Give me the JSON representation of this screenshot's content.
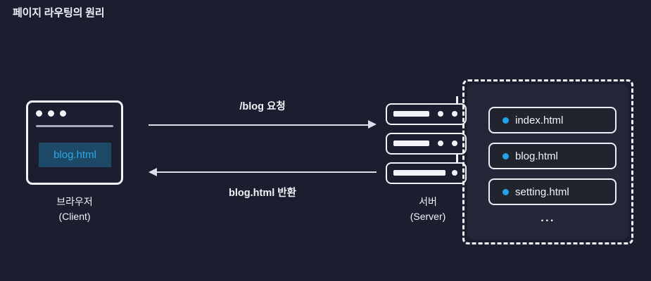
{
  "title": "페이지 라우팅의 원리",
  "colors": {
    "background": "#1c1d2e",
    "panel": "#252738",
    "stroke": "#f2f3f7",
    "accent_blue": "#22a5e8",
    "highlight_bg": "#1d4966"
  },
  "client": {
    "page_value": "blog.html",
    "caption_line1": "브라우저",
    "caption_line2": "(Client)",
    "window_dots": 3
  },
  "arrows": {
    "request": {
      "label": "/blog 요청",
      "direction": "right"
    },
    "response": {
      "label": "blog.html 반환",
      "direction": "left"
    }
  },
  "server": {
    "caption_line1": "서버",
    "caption_line2": "(Server)",
    "rack_units": 3
  },
  "files": {
    "items": [
      {
        "name": "index.html"
      },
      {
        "name": "blog.html"
      },
      {
        "name": "setting.html"
      }
    ],
    "more": "···"
  }
}
